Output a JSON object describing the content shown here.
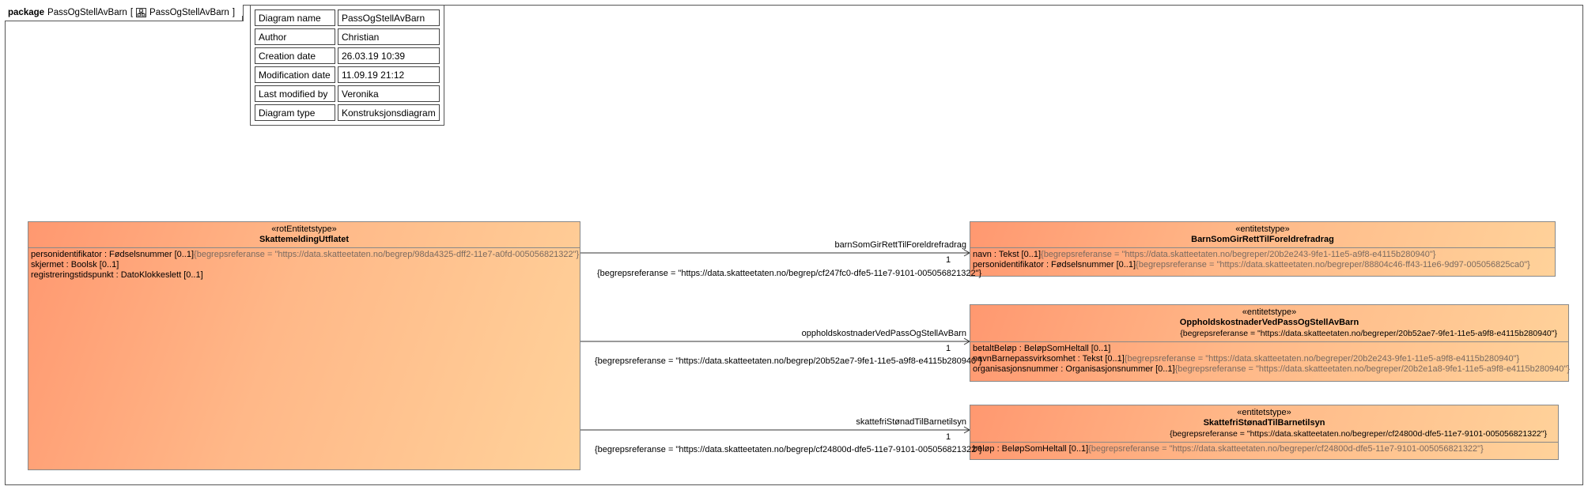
{
  "package": {
    "keyword": "package",
    "name": "PassOgStellAvBarn",
    "diagram_ref": "PassOgStellAvBarn",
    "bracket_open": "[",
    "bracket_close": "]"
  },
  "info_table": [
    {
      "key": "Diagram name",
      "value": "PassOgStellAvBarn"
    },
    {
      "key": "Author",
      "value": "Christian"
    },
    {
      "key": "Creation date",
      "value": "26.03.19 10:39"
    },
    {
      "key": "Modification date",
      "value": "11.09.19 21:12"
    },
    {
      "key": "Last modified by",
      "value": "Veronika"
    },
    {
      "key": "Diagram type",
      "value": "Konstruksjonsdiagram"
    }
  ],
  "classes": {
    "root": {
      "stereotype": "«rotEntitetstype»",
      "name": "SkattemeldingUtflatet",
      "attributes": [
        {
          "text": "personidentifikator : Fødselsnummer [0..1]",
          "ref": "{begrepsreferanse = \"https://data.skatteetaten.no/begrep/98da4325-dff2-11e7-a0fd-005056821322\"}"
        },
        {
          "text": "skjermet : Boolsk [0..1]",
          "ref": ""
        },
        {
          "text": "registreringstidspunkt : DatoKlokkeslett [0..1]",
          "ref": ""
        }
      ]
    },
    "barn": {
      "stereotype": "«entitetstype»",
      "name": "BarnSomGirRettTilForeldrefradrag",
      "tag": "",
      "attributes": [
        {
          "text": "navn : Tekst [0..1]",
          "ref": "{begrepsreferanse = \"https://data.skatteetaten.no/begreper/20b2e243-9fe1-11e5-a9f8-e4115b280940\"}"
        },
        {
          "text": "personidentifikator : Fødselsnummer [0..1]",
          "ref": "{begrepsreferanse = \"https://data.skatteetaten.no/begreper/88804c46-ff43-11e6-9d97-005056825ca0\"}"
        }
      ]
    },
    "opphold": {
      "stereotype": "«entitetstype»",
      "name": "OppholdskostnaderVedPassOgStellAvBarn",
      "tag": "{begrepsreferanse = \"https://data.skatteetaten.no/begreper/20b52ae7-9fe1-11e5-a9f8-e4115b280940\"}",
      "attributes": [
        {
          "text": "betaltBeløp : BeløpSomHeltall [0..1]",
          "ref": ""
        },
        {
          "text": "navnBarnepassvirksomhet : Tekst [0..1]",
          "ref": "{begrepsreferanse = \"https://data.skatteetaten.no/begreper/20b2e243-9fe1-11e5-a9f8-e4115b280940\"}"
        },
        {
          "text": "organisasjonsnummer : Organisasjonsnummer [0..1]",
          "ref": "{begrepsreferanse = \"https://data.skatteetaten.no/begreper/20b2e1a8-9fe1-11e5-a9f8-e4115b280940\"}"
        }
      ]
    },
    "skattefri": {
      "stereotype": "«entitetstype»",
      "name": "SkattefriStønadTilBarnetilsyn",
      "tag": "{begrepsreferanse = \"https://data.skatteetaten.no/begreper/cf24800d-dfe5-11e7-9101-005056821322\"}",
      "attributes": [
        {
          "text": "beløp : BeløpSomHeltall [0..1]",
          "ref": "{begrepsreferanse = \"https://data.skatteetaten.no/begreper/cf24800d-dfe5-11e7-9101-005056821322\"}"
        }
      ]
    }
  },
  "associations": [
    {
      "role": "barnSomGirRettTilForeldrefradrag",
      "multiplicity": "1",
      "ref": "{begrepsreferanse = \"https://data.skatteetaten.no/begrep/cf247fc0-dfe5-11e7-9101-005056821322\"}"
    },
    {
      "role": "oppholdskostnaderVedPassOgStellAvBarn",
      "multiplicity": "1",
      "ref": "{begrepsreferanse = \"https://data.skatteetaten.no/begrep/20b52ae7-9fe1-11e5-a9f8-e4115b280940\"}"
    },
    {
      "role": "skattefriStønadTilBarnetilsyn",
      "multiplicity": "1",
      "ref": "{begrepsreferanse = \"https://data.skatteetaten.no/begrep/cf24800d-dfe5-11e7-9101-005056821322\"}"
    }
  ]
}
